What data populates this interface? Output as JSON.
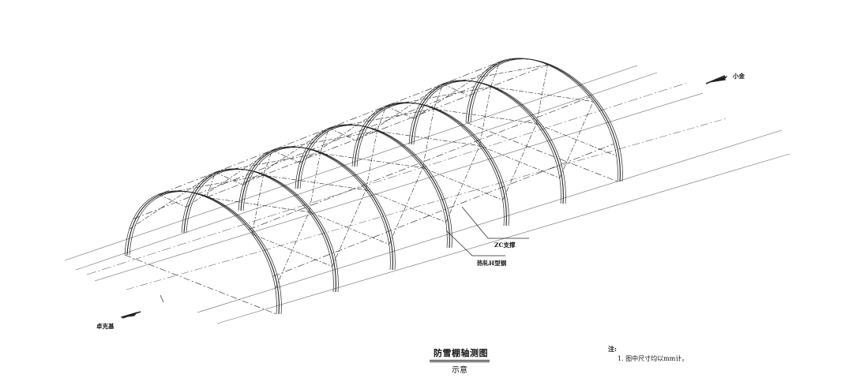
{
  "labels": {
    "direction_right": "小金",
    "direction_left": "卓克基",
    "brace": "ZC支撑",
    "steel": "热轧H型钢"
  },
  "title": {
    "main": "防雪棚轴测图",
    "sub": "示意"
  },
  "notes": {
    "heading": "注:",
    "item1": "1. 图中尺寸均以mm计。"
  },
  "colors": {
    "line": "#222222",
    "light_line": "#666666"
  }
}
